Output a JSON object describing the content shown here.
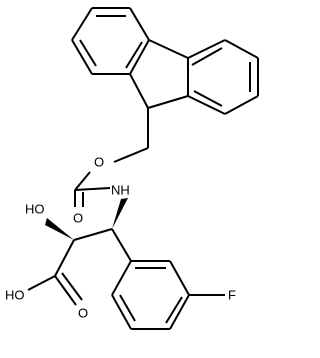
{
  "molecule": {
    "atom_labels": {
      "ester_oxygen": "O",
      "carbonyl_oxygen": "O",
      "amide_nitrogen": "NH",
      "hydroxyl": "HO",
      "acid_hydroxyl": "HO",
      "acid_carbonyl_oxygen": "O",
      "fluorine": "F"
    }
  }
}
